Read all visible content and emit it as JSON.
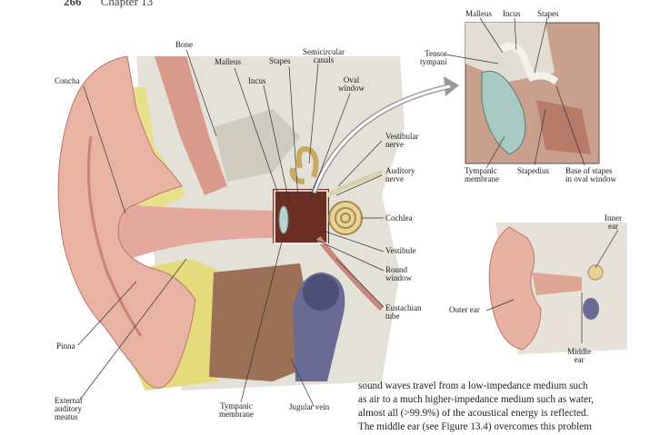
{
  "header": {
    "page_number": "266",
    "chapter": "Chapter 13"
  },
  "labels": {
    "bone": "Bone",
    "malleus": "Malleus",
    "stapes": "Stapes",
    "semicircular_canals": "Semicircular\ncanals",
    "incus": "Incus",
    "oval_window": "Oval\nwindow",
    "concha": "Concha",
    "vestibular_nerve": "Vestibular\nnerve",
    "auditory_nerve": "Auditory\nnerve",
    "cochlea": "Cochlea",
    "vestibule": "Vestibule",
    "round_window": "Round\nwindow",
    "eustachian_tube": "Eustachian\ntube",
    "pinna": "Pinna",
    "external_auditory_meatus": "External\nauditory\nmeatus",
    "tympanic_membrane": "Tympanic\nmembrane",
    "jugular_vein": "Jugular vein"
  },
  "inset_labels": {
    "malleus": "Malleus",
    "incus": "Incus",
    "stapes": "Stapes",
    "tensor_tympani": "Tensor\ntympani",
    "tympanic_membrane": "Tympanic\nmembrane",
    "stapedius": "Stapedius",
    "base_of_stapes": "Base of stapes\nin oval window"
  },
  "small_labels": {
    "inner_ear": "Inner\near",
    "outer_ear": "Outer ear",
    "middle_ear": "Middle\near"
  },
  "body_text": [
    "sound waves travel from a low-impedance medium such",
    "as air to a much higher-impedance medium such as water,",
    "almost all (>99.9%) of the acoustical energy is reflected.",
    "The middle ear (see Figure 13.4) overcomes this problem"
  ]
}
